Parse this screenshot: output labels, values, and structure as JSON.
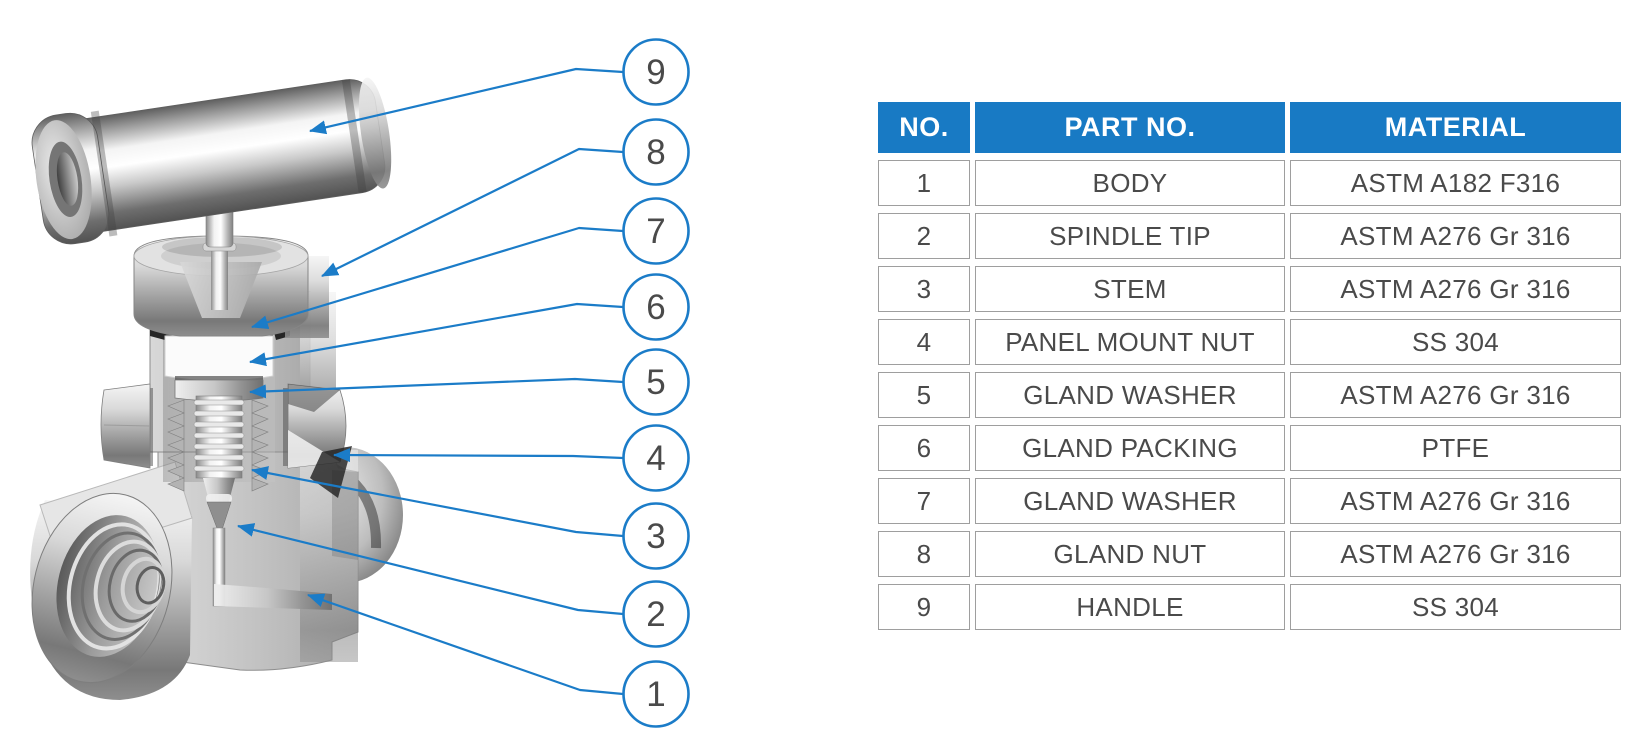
{
  "colors": {
    "header_blue": "#187ac4",
    "callout_blue": "#1b7cc8",
    "table_text": "#4a4a4a",
    "cell_border": "#9e9e9e"
  },
  "diagram": {
    "description": "Cutaway illustration of a stainless steel needle valve with numbered part callouts",
    "callouts": [
      "9",
      "8",
      "7",
      "6",
      "5",
      "4",
      "3",
      "2",
      "1"
    ]
  },
  "table": {
    "headers": [
      "NO.",
      "PART NO.",
      "MATERIAL"
    ],
    "rows": [
      {
        "no": "1",
        "part": "BODY",
        "material": "ASTM A182 F316"
      },
      {
        "no": "2",
        "part": "SPINDLE TIP",
        "material": "ASTM A276 Gr 316"
      },
      {
        "no": "3",
        "part": "STEM",
        "material": "ASTM A276 Gr 316"
      },
      {
        "no": "4",
        "part": "PANEL MOUNT NUT",
        "material": "SS 304"
      },
      {
        "no": "5",
        "part": "GLAND WASHER",
        "material": "ASTM A276 Gr 316"
      },
      {
        "no": "6",
        "part": "GLAND PACKING",
        "material": "PTFE"
      },
      {
        "no": "7",
        "part": "GLAND WASHER",
        "material": "ASTM A276 Gr 316"
      },
      {
        "no": "8",
        "part": "GLAND NUT",
        "material": "ASTM A276 Gr 316"
      },
      {
        "no": "9",
        "part": "HANDLE",
        "material": "SS 304"
      }
    ]
  }
}
